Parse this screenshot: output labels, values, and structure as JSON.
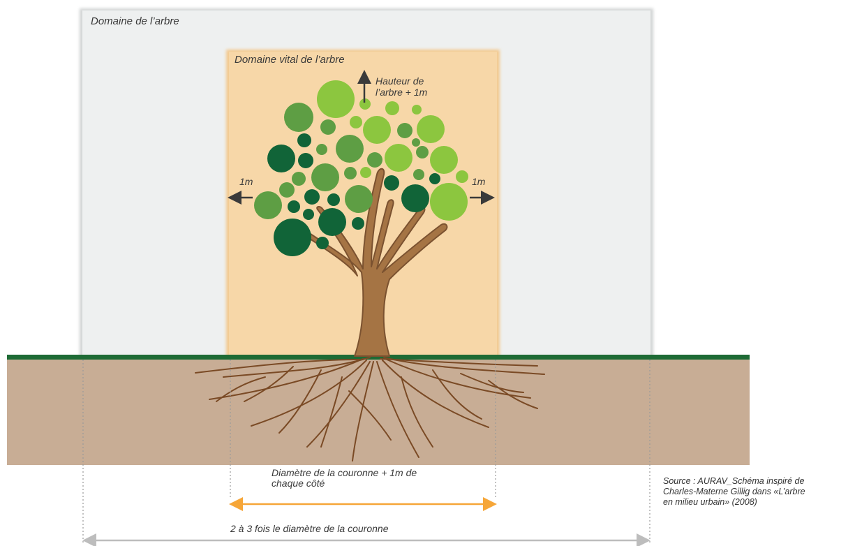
{
  "labels": {
    "outer_zone": "Domaine de l’arbre",
    "vital_zone": "Domaine vital de l’arbre",
    "height_line1": "Hauteur de",
    "height_line2": "l’arbre + 1m",
    "left_margin": "1m",
    "right_margin": "1m",
    "crown_line1": "Diamètre de la couronne + 1m de",
    "crown_line2": "chaque côté",
    "wide_span": "2 à 3 fois le diamètre de la couronne",
    "source_line1": "Source : AURAV_Schéma inspiré de",
    "source_line2": "Charles-Materne Gillig dans «L’arbre",
    "source_line3": "en milieu urbain» (2008)"
  },
  "colors": {
    "outer_zone_fill": "#eef0f0",
    "vital_zone_fill": "#f7d7a8",
    "ground_line": "#1e6b35",
    "soil": "#c8ad95",
    "trunk": "#a57444",
    "roots": "#7a4a25",
    "leaf_dark": "#116438",
    "leaf_mid": "#5e9e44",
    "leaf_light": "#8cc63f",
    "orange_arrow": "#f6a638",
    "grey_arrow": "#bdbdbd",
    "text": "#3a3a3a"
  },
  "icons": {
    "up": "arrow-up-icon",
    "left": "arrow-left-icon",
    "right": "arrow-right-icon"
  }
}
